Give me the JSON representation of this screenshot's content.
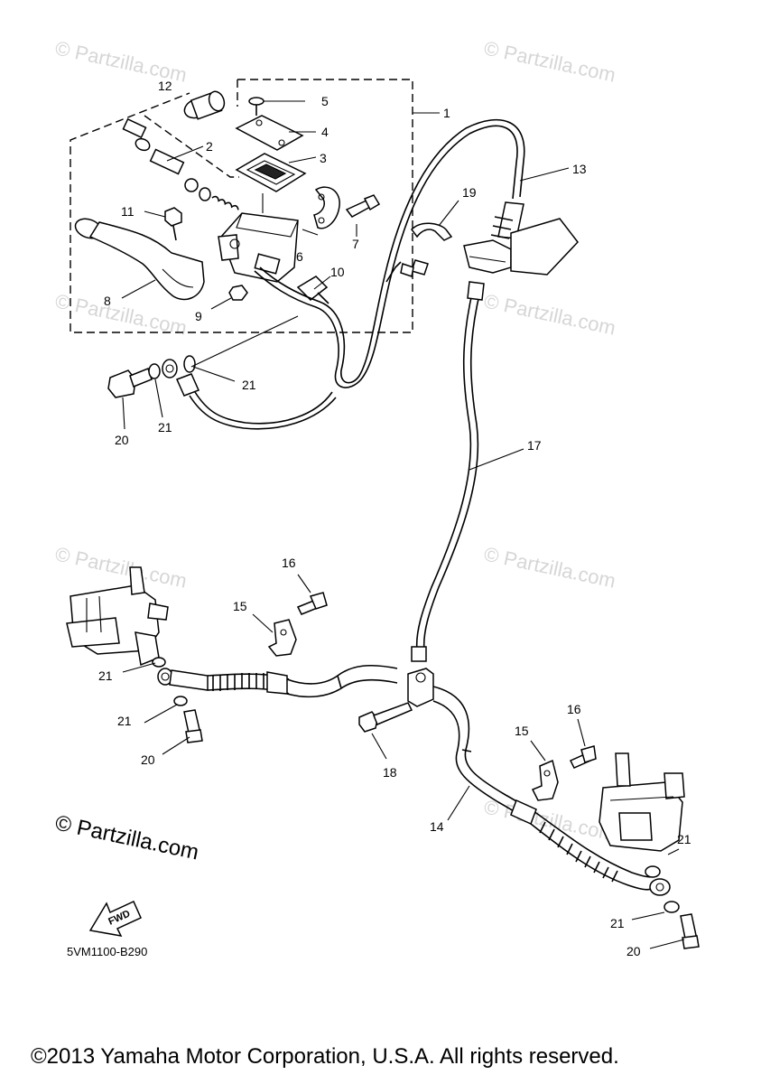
{
  "watermark": "© Partzilla.com",
  "logo": {
    "text": "© Partzilla.com"
  },
  "diagram_code": "5VM1100-B290",
  "fwd_label": "FWD",
  "copyright": "©2013 Yamaha Motor Corporation, U.S.A. All rights reserved.",
  "callouts": {
    "c1": "1",
    "c2": "2",
    "c3": "3",
    "c4": "4",
    "c5": "5",
    "c6": "6",
    "c7": "7",
    "c8": "8",
    "c9": "9",
    "c10": "10",
    "c11": "11",
    "c12": "12",
    "c13": "13",
    "c14": "14",
    "c15": "15",
    "c16": "16",
    "c17": "17",
    "c18": "18",
    "c19": "19",
    "c20": "20",
    "c21": "21"
  }
}
